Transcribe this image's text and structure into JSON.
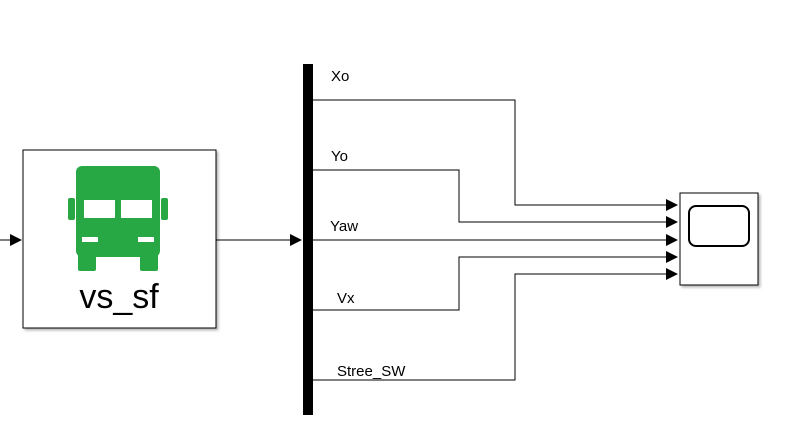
{
  "diagram": {
    "vehicle_block": {
      "label": "vs_sf",
      "icon": "truck-icon",
      "icon_color": "#28a745"
    },
    "bus_selector": {
      "signals": [
        "Xo",
        "Yo",
        "Yaw",
        "Vx",
        "Stree_SW"
      ]
    },
    "scope_block": {
      "icon": "scope-screen-icon",
      "input_count": 5
    },
    "colors": {
      "line": "#000000",
      "block_border": "#000000",
      "block_fill": "#ffffff",
      "shadow": "#c8c8c8"
    }
  }
}
